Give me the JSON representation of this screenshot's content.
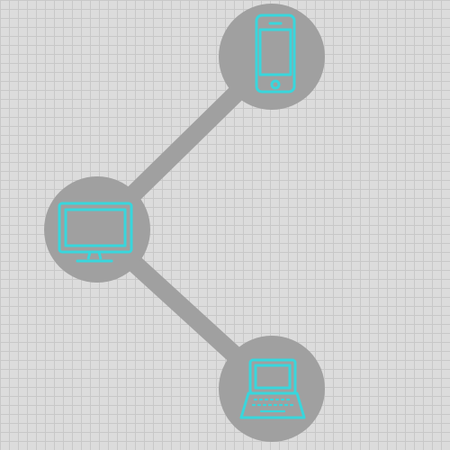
{
  "colors": {
    "background": "#dcdcdc",
    "grid": "#c8c8c8",
    "node_fill": "#a0a0a0",
    "connector": "#a0a0a0",
    "icon_stroke": "#39d6dc"
  },
  "nodes": [
    {
      "id": "smartphone",
      "icon": "smartphone-icon"
    },
    {
      "id": "monitor",
      "icon": "monitor-icon"
    },
    {
      "id": "laptop",
      "icon": "laptop-icon"
    }
  ],
  "connections": [
    {
      "from": "monitor",
      "to": "smartphone"
    },
    {
      "from": "monitor",
      "to": "laptop"
    }
  ]
}
